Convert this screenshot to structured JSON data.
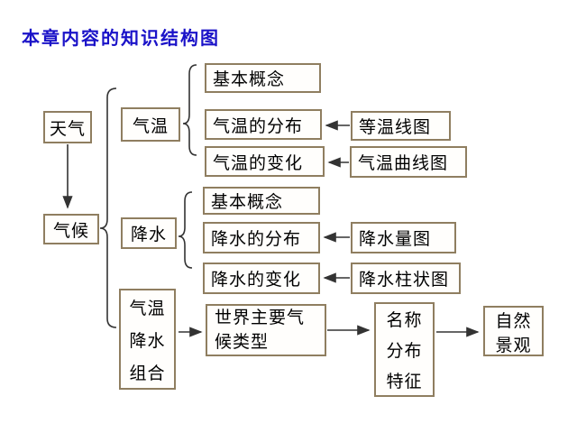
{
  "title": "本章内容的知识结构图",
  "colors": {
    "title_blue": "#1a12c8",
    "box_border": "#8f7e60",
    "connector": "#333333",
    "text": "#000000",
    "background": "#ffffff"
  },
  "nodes": {
    "weather": "天气",
    "climate": "气候",
    "temperature": "气温",
    "precipitation": "降水",
    "temp_basic_concept": "基本概念",
    "temp_distribution": "气温的分布",
    "temp_change": "气温的变化",
    "isotherm_map": "等温线图",
    "temp_curve_chart": "气温曲线图",
    "precip_basic_concept": "基本概念",
    "precip_distribution": "降水的分布",
    "precip_change": "降水的变化",
    "precip_amount_map": "降水量图",
    "precip_bar_chart": "降水柱状图",
    "temp_precip_combo_lines": [
      "气温",
      "降水",
      "组合"
    ],
    "world_climate_types_lines": [
      "世界主要气",
      "候类型"
    ],
    "name_dist_features_lines": [
      "名称",
      "分布",
      "特征"
    ],
    "natural_landscape_lines": [
      "自然",
      "景观"
    ]
  },
  "edges": [
    {
      "from": "天气",
      "to": "气候",
      "type": "arrow"
    },
    {
      "from": "气候",
      "to": [
        "气温",
        "降水",
        "气温降水组合"
      ],
      "type": "brace"
    },
    {
      "from": "气温",
      "to": [
        "基本概念",
        "气温的分布",
        "气温的变化"
      ],
      "type": "brace"
    },
    {
      "from": "降水",
      "to": [
        "基本概念",
        "降水的分布",
        "降水的变化"
      ],
      "type": "brace"
    },
    {
      "from": "等温线图",
      "to": "气温的分布",
      "type": "arrow"
    },
    {
      "from": "气温曲线图",
      "to": "气温的变化",
      "type": "arrow"
    },
    {
      "from": "降水量图",
      "to": "降水的分布",
      "type": "arrow"
    },
    {
      "from": "降水柱状图",
      "to": "降水的变化",
      "type": "arrow"
    },
    {
      "from": "气温降水组合",
      "to": "世界主要气候类型",
      "type": "arrow"
    },
    {
      "from": "世界主要气候类型",
      "to": "名称分布特征",
      "type": "arrow"
    },
    {
      "from": "名称分布特征",
      "to": "自然景观",
      "type": "arrow"
    }
  ]
}
